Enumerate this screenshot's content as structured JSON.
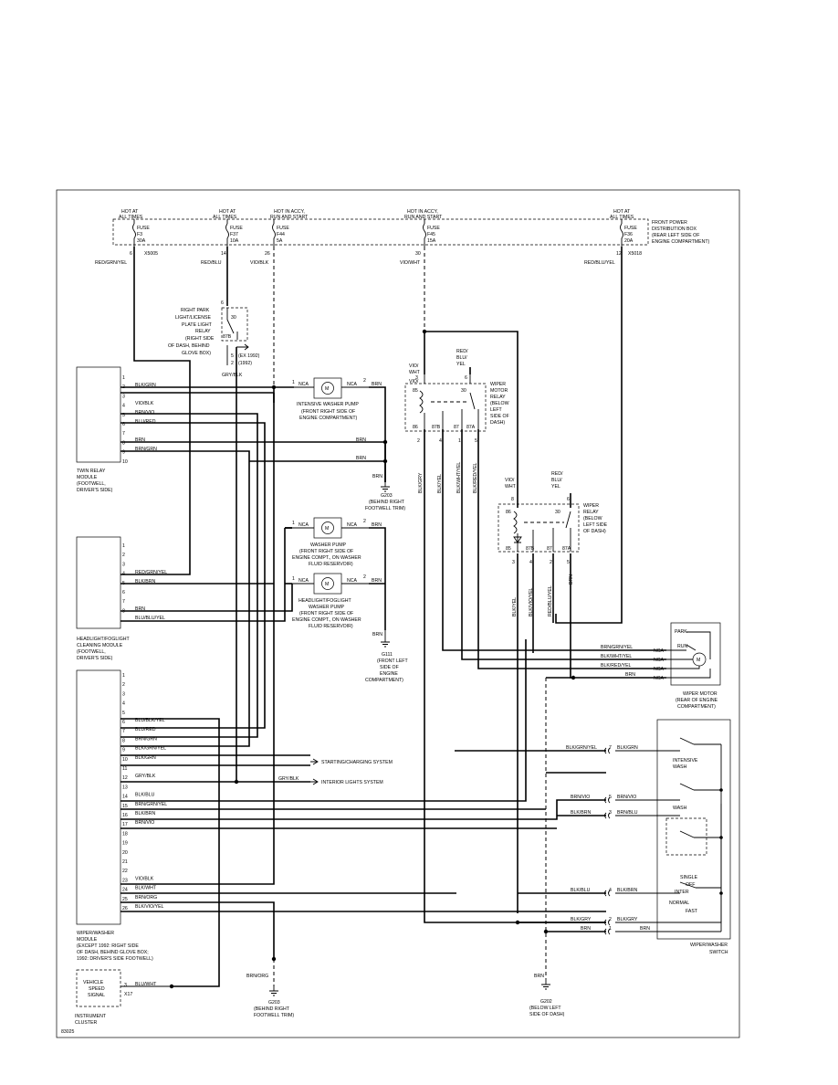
{
  "fuse_box": {
    "label": [
      "FRONT POWER",
      "DISTRIBUTION BOX",
      "(REAR LEFT SIDE OF",
      "ENGINE COMPARTMENT)"
    ],
    "fuses": [
      {
        "hot": [
          "HOT AT",
          "ALL TIMES"
        ],
        "name": "FUSE",
        "id": "F3",
        "amp": "30A",
        "pin": "6",
        "wire": "RED/GRN/YEL"
      },
      {
        "hot": [
          "HOT AT",
          "ALL TIMES"
        ],
        "name": "FUSE",
        "id": "F37",
        "amp": "10A",
        "pin": "14",
        "wire": "RED/BLU"
      },
      {
        "hot": [
          "HOT IN ACCY,",
          "RUN AND START"
        ],
        "name": "FUSE",
        "id": "F44",
        "amp": "5A",
        "pin": "26",
        "wire": "VIO/BLK"
      },
      {
        "hot": [
          "HOT IN ACCY,",
          "RUN AND START"
        ],
        "name": "FUSE",
        "id": "F45",
        "amp": "15A",
        "pin": "30",
        "wire": "VIO/WHT"
      },
      {
        "hot": [
          "HOT AT",
          "ALL TIMES"
        ],
        "name": "FUSE",
        "id": "F36",
        "amp": "20A",
        "pin": "12",
        "wire": "RED/BLU/YEL"
      }
    ],
    "conn_left": "X5005",
    "conn_right": "X5018"
  },
  "park_relay": {
    "label": [
      "RIGHT PARK",
      "LIGHT/LICENSE",
      "PLATE LIGHT",
      "RELAY",
      "(RIGHT SIDE",
      "OF DASH, BEHIND",
      "GLOVE BOX)"
    ],
    "pin_top": "6",
    "pin30": "30",
    "pin87b": "87B",
    "pins_bottom": [
      "5",
      "2"
    ],
    "notes": [
      "(EX 1992)",
      "(1992)"
    ]
  },
  "twin_relay": {
    "label": [
      "TWIN RELAY",
      "MODULE",
      "(FOOTWELL,",
      "DRIVER'S SIDE)"
    ],
    "pins": [
      "1",
      "2",
      "3",
      "4",
      "5",
      "6",
      "7",
      "8",
      "9",
      "10"
    ],
    "wires": [
      "BLK/GRN",
      "VIO/BLK",
      "BRN/VIO",
      "BLU/RED",
      "BRN",
      "BRN/GRN"
    ]
  },
  "gry_blk": "GRY/BLK",
  "intensive_pump": {
    "label": [
      "INTENSIVE WASHER PUMP",
      "(FRONT RIGHT SIDE OF",
      "ENGINE COMPARTMENT)"
    ],
    "pin1": "1",
    "pin2": "2",
    "nca": "NCA",
    "wire": "BRN"
  },
  "washer_pump": {
    "label": [
      "WASHER PUMP",
      "(FRONT RIGHT SIDE OF",
      "ENGINE COMPT., ON WASHER",
      "FLUID RESERVOIR)"
    ],
    "pin1": "1",
    "pin2": "2",
    "nca": "NCA",
    "wire": "BRN"
  },
  "headlight_pump": {
    "label": [
      "HEADLIGHT/FOGLIGHT",
      "WASHER PUMP",
      "(FRONT RIGHT SIDE OF",
      "ENGINE COMPT., ON WASHER",
      "FLUID RESERVOIR)"
    ],
    "pin1": "1",
    "pin2": "2",
    "nca": "NCA",
    "wire": "BRN"
  },
  "bus_brn": [
    "BRN",
    "BRN",
    "BRN"
  ],
  "g203a": {
    "label": [
      "G203",
      "(BEHIND RIGHT",
      "FOOTWELL TRIM)"
    ]
  },
  "g111": {
    "label": [
      "G111",
      "(FRONT LEFT",
      "SIDE OF",
      "ENGINE",
      "COMPARTMENT)"
    ]
  },
  "headlight_module": {
    "label": [
      "HEADLIGHT/FOGLIGHT",
      "CLEANING MODULE",
      "(FOOTWELL,",
      "DRIVER'S SIDE)"
    ],
    "pins": [
      "1",
      "2",
      "3",
      "4",
      "5",
      "6",
      "7",
      "8"
    ],
    "wires": [
      "RED/GRN/YEL",
      "BLK/BRN",
      "BRN",
      "BLU/BLU/YEL"
    ]
  },
  "wiper_motor_relay": {
    "label": [
      "WIPER",
      "MOTOR",
      "RELAY",
      "(BELOW",
      "LEFT",
      "SIDE OF",
      "DASH)"
    ],
    "top_wires": [
      [
        "VIO/",
        "WHT"
      ],
      [
        "RED/",
        "BLU/",
        "YEL"
      ]
    ],
    "top_pins": [
      "3",
      "6"
    ],
    "inner": [
      "85",
      "30",
      "86",
      "87B",
      "87",
      "87A"
    ],
    "bottom_pins": [
      "2",
      "4",
      "1",
      "5"
    ],
    "bottom_wires": [
      "BLK/GRY",
      "BLK/YEL",
      "BLK/WHT/YEL",
      "BLK/RED/YEL"
    ]
  },
  "wiper_relay": {
    "label": [
      "WIPER",
      "RELAY",
      "(BELOW",
      "LEFT SIDE",
      "OF DASH)"
    ],
    "top_wires": [
      [
        "VIO/",
        "WHT"
      ],
      [
        "RED/",
        "BLU/",
        "YEL"
      ]
    ],
    "top_pins": [
      "8",
      "6"
    ],
    "inner": [
      "86",
      "30",
      "85",
      "87B",
      "87",
      "87A"
    ],
    "bottom_pins": [
      "3",
      "4",
      "2",
      "5"
    ],
    "bottom_wires": [
      "BLK/YEL",
      "BLK/VIO/YEL",
      "RED/BLU/YEL",
      "BRN"
    ]
  },
  "wiper_motor": {
    "label": [
      "WIPER MOTOR",
      "(REAR OF ENGINE",
      "COMPARTMENT)"
    ],
    "inner": [
      "PARK",
      "RUN"
    ],
    "wires": [
      "BRN/GRN/YEL",
      "BLK/WHT/YEL",
      "BLK/RED/YEL",
      "BRN"
    ],
    "nca": [
      "NCA",
      "NCA",
      "NCA",
      "NCA"
    ]
  },
  "wiper_washer_module": {
    "label": [
      "WIPER/WASHER",
      "MODULE",
      "(EXCEPT 1992: RIGHT SIDE",
      "OF DASH, BEHIND GLOVE BOX;",
      "1992: DRIVER'S SIDE FOOTWELL)"
    ],
    "pins": [
      "1",
      "2",
      "3",
      "4",
      "5",
      "6",
      "7",
      "8",
      "9",
      "10",
      "11",
      "12",
      "13",
      "14",
      "15",
      "16",
      "17",
      "18",
      "19",
      "20",
      "21",
      "22",
      "23",
      "24",
      "25",
      "26"
    ],
    "wires": [
      {
        "pin": "6",
        "text": "BLU/BLK/YEL"
      },
      {
        "pin": "7",
        "text": "BLU/RED"
      },
      {
        "pin": "8",
        "text": "BRN/GRN"
      },
      {
        "pin": "9",
        "text": "BLK/GRN/YEL"
      },
      {
        "pin": "10",
        "text": "BLK/GRN"
      },
      {
        "pin": "12",
        "text": "GRY/BLK"
      },
      {
        "pin": "14",
        "text": "BLK/BLU"
      },
      {
        "pin": "15",
        "text": "BRN/GRN/YEL"
      },
      {
        "pin": "16",
        "text": "BLK/BRN"
      },
      {
        "pin": "17",
        "text": "BRN/VIO"
      },
      {
        "pin": "23",
        "text": "VIO/BLK"
      },
      {
        "pin": "24",
        "text": "BLK/WHT"
      },
      {
        "pin": "25",
        "text": "BRN/ORG"
      },
      {
        "pin": "26",
        "text": "BLK/VIO/YEL"
      }
    ]
  },
  "starting_charging": "STARTING/CHARGING SYSTEM",
  "interior_lights": "INTERIOR LIGHTS SYSTEM",
  "gry_blk_right": "GRY/BLK",
  "switch": {
    "label": [
      "WIPER/WASHER",
      "SWITCH"
    ],
    "positions": [
      "INTENSIVE",
      "WASH",
      "WASH",
      "SINGLE",
      "OFF",
      "INTER",
      "NORMAL",
      "FAST"
    ],
    "conns": [
      {
        "left": "BLK/GRN/YEL",
        "pin": "7",
        "right": "BLK/GRN"
      },
      {
        "left": "BRN/VIO",
        "pin": "5",
        "right": "BRN/VIO"
      },
      {
        "left": "BLK/BRN",
        "pin": "3",
        "right": "BRN/BLU"
      },
      {
        "left": "BLK/BLU",
        "pin": "4",
        "right": "BLK/BRN"
      },
      {
        "left": "BLK/GRY",
        "pin": "2",
        "right": "BLK/GRY"
      },
      {
        "left": "BRN",
        "pin": "1",
        "right": "BRN"
      }
    ]
  },
  "instrument_cluster": {
    "label": [
      "INSTRUMENT",
      "CLUSTER"
    ],
    "inner": [
      "VEHICLE",
      "SPEED",
      "SIGNAL"
    ],
    "pins": [
      "3",
      "X17"
    ],
    "wire": "BLU/WHT"
  },
  "g203b": {
    "wire": "BRN/ORG",
    "label": [
      "G203",
      "(BEHIND RIGHT",
      "FOOTWELL TRIM)"
    ]
  },
  "g202": {
    "wire": "BRN",
    "label": [
      "G202",
      "(BELOW LEFT",
      "SIDE OF DASH)"
    ]
  },
  "figure_id": "83025"
}
